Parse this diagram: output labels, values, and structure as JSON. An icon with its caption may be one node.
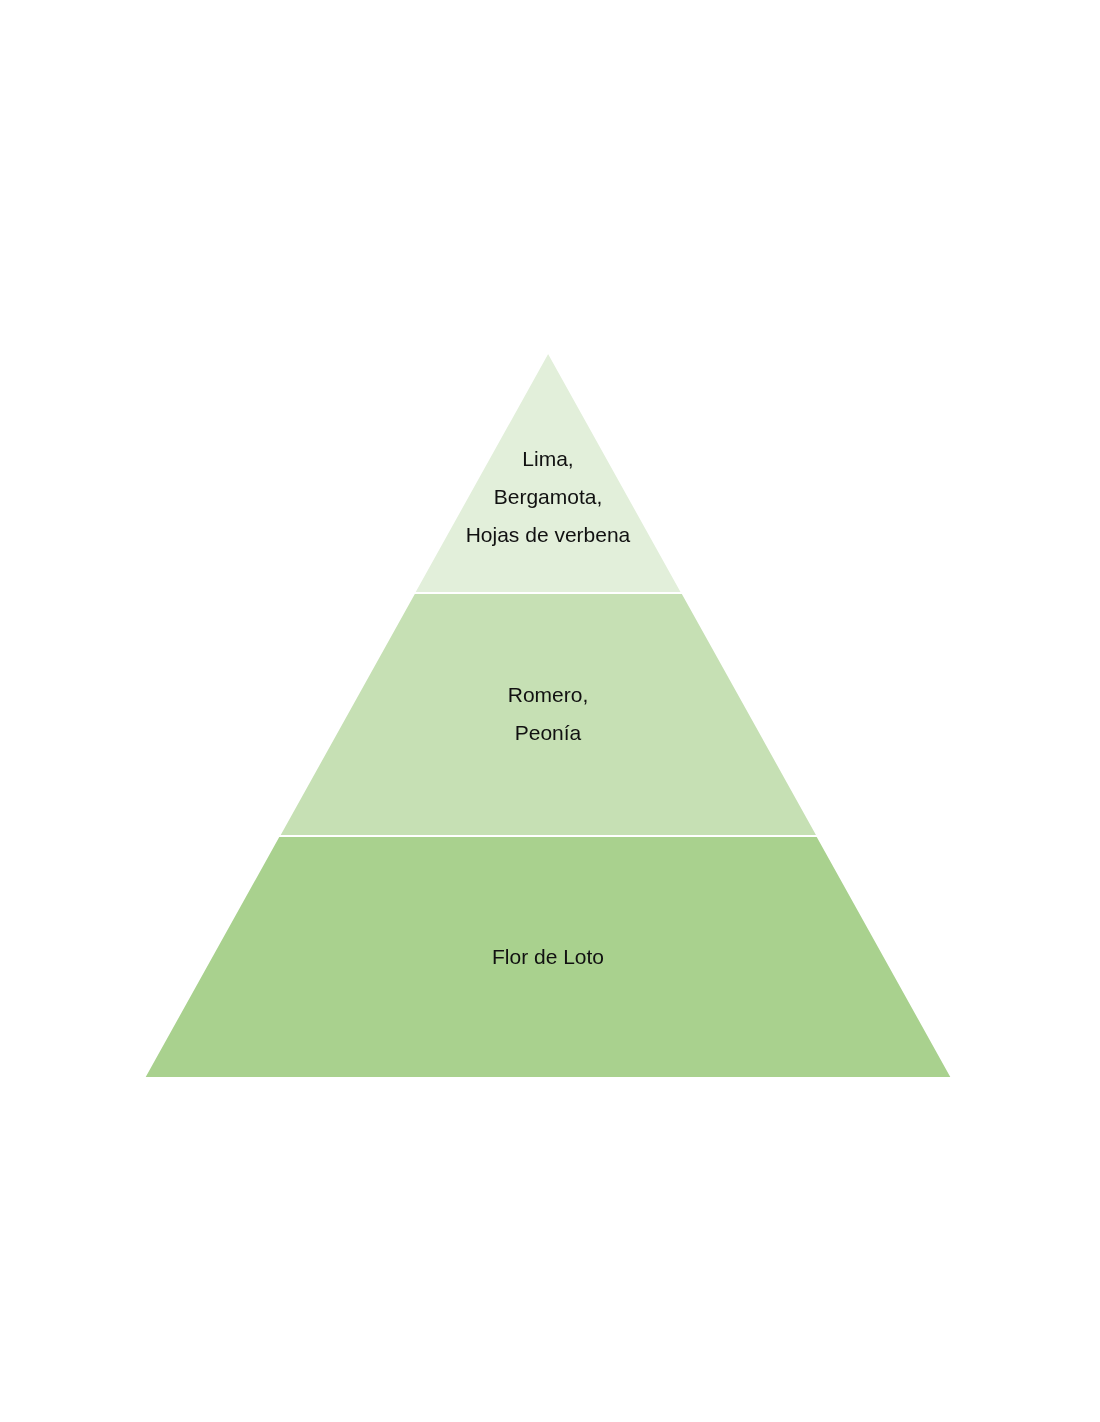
{
  "diagram": {
    "nodes": [
      {
        "text": [
          "Lima, Bergamota, Hojas de verbena"
        ]
      },
      {
        "text": [
          "Romero, Peonía"
        ]
      },
      {
        "text": [
          "Flor de Loto"
        ]
      }
    ]
  }
}
